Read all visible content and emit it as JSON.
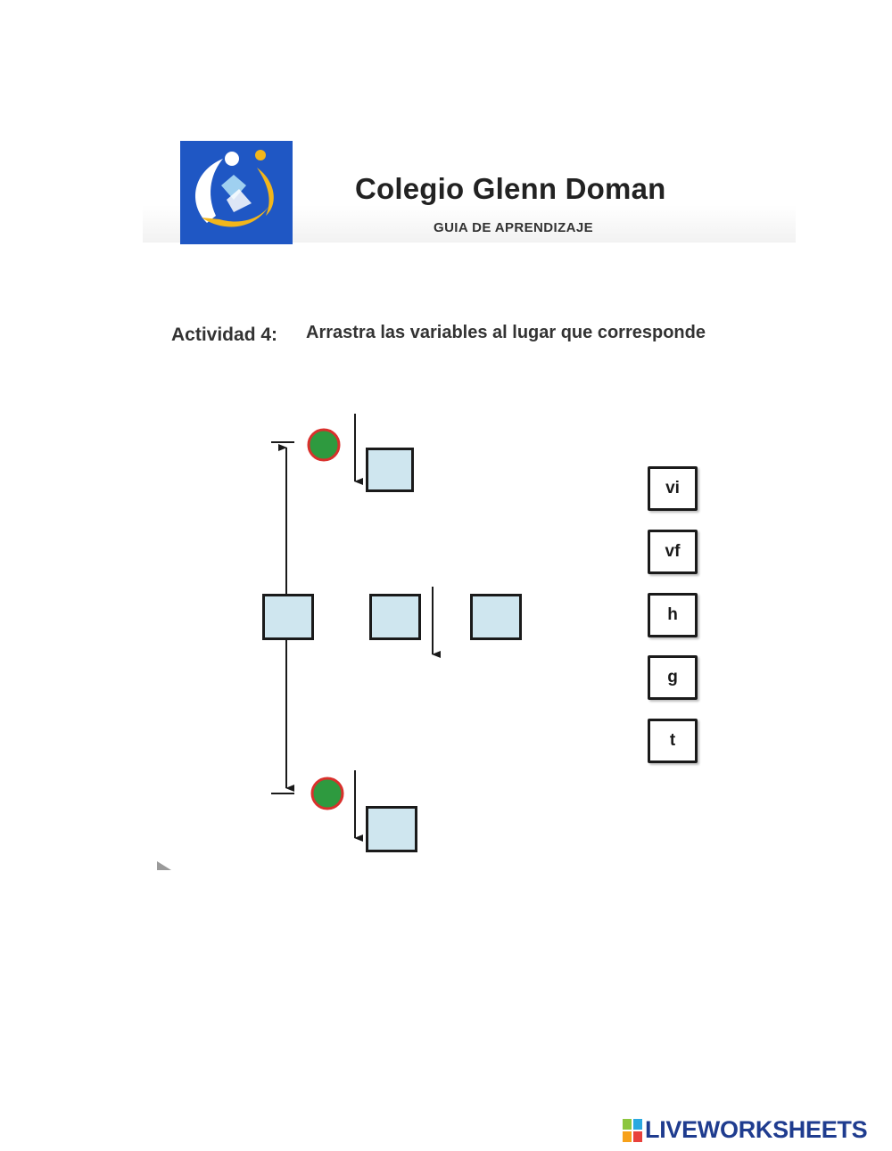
{
  "header": {
    "school_name": "Colegio Glenn Doman",
    "guide_title": "GUIA DE APRENDIZAJE",
    "logo_colors": {
      "background": "#1f57c4",
      "swoosh_white": "#ffffff",
      "swoosh_gold": "#f2b61b"
    }
  },
  "activity": {
    "label": "Actividad 4:",
    "instruction": "Arrastra las variables al lugar que corresponde"
  },
  "diagram": {
    "ball_color": "#2e9a3f",
    "ball_border_color": "#d9302c",
    "drop_box_color": "#cfe6ef",
    "drop_zones": [
      "",
      "",
      "",
      "",
      ""
    ]
  },
  "variables": [
    "vi",
    "vf",
    "h",
    "g",
    "t"
  ],
  "footer": {
    "brand": "LIVEWORKSHEETS",
    "brand_color": "#1f3c8f"
  }
}
